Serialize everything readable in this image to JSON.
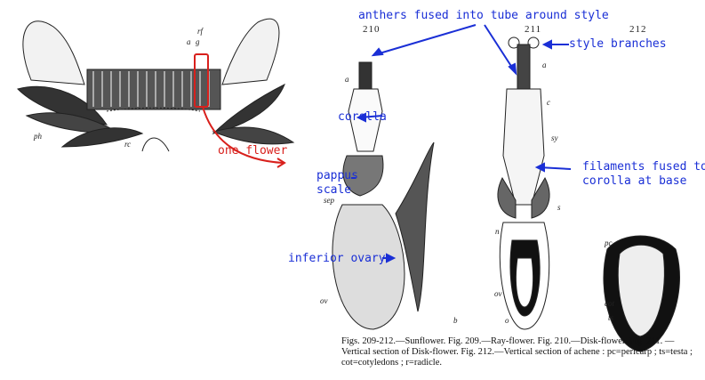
{
  "annotations": {
    "one_flower": "one flower",
    "anthers": "anthers fused into tube around style",
    "style_branches": "style branches",
    "corolla": "corolla",
    "pappus_scale": "pappus\nscale",
    "filaments": "filaments fused to\ncorolla at base",
    "inferior_ovary": "inferior ovary"
  },
  "figure_numbers": {
    "fig210": "210",
    "fig211": "211",
    "fig212": "212"
  },
  "letter_labels": {
    "rf": "rf",
    "a_left": "a",
    "g": "g",
    "ph": "ph",
    "rc": "rc",
    "a210": "a",
    "sep": "sep",
    "ov210": "ov",
    "b": "b",
    "a211": "a",
    "c": "c",
    "sy": "sy",
    "s": "s",
    "n": "n",
    "ov211": "ov",
    "o": "o",
    "pc": "pc",
    "cot": "cot",
    "ts": "ts"
  },
  "caption": "Figs. 209-212.—Sunflower. Fig. 209.—Ray-flower. Fig. 210.—Disk-flower. Fig. 211. —Vertical section of Disk-flower. Fig. 212.—Vertical section of achene : pc=pericarp ; ts=testa ; cot=cotyledons ; r=radicle.",
  "colors": {
    "annotation_blue": "#1a2fd6",
    "highlight_red": "#d8201c"
  }
}
